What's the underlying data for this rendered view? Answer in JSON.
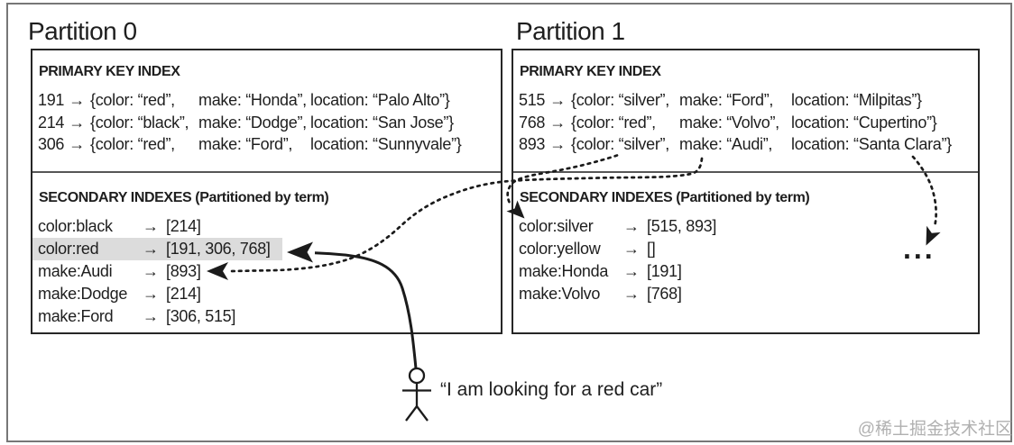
{
  "partitions": [
    {
      "title": "Partition 0",
      "primary": {
        "header": "PRIMARY KEY INDEX",
        "rows": [
          {
            "id": "191",
            "arrow": "→",
            "color": "{color: “red”,",
            "make": "make: “Honda”,",
            "location": "location: “Palo Alto”}"
          },
          {
            "id": "214",
            "arrow": "→",
            "color": "{color: “black”,",
            "make": "make: “Dodge”,",
            "location": "location: “San Jose”}"
          },
          {
            "id": "306",
            "arrow": "→",
            "color": "{color: “red”,",
            "make": "make: “Ford”,",
            "location": "location: “Sunnyvale”}"
          }
        ]
      },
      "secondary": {
        "header": "SECONDARY INDEXES (Partitioned by term)",
        "rows": [
          {
            "term": "color:black",
            "arrow": "→",
            "ids": "[214]",
            "highlighted": false
          },
          {
            "term": "color:red",
            "arrow": "→",
            "ids": "[191, 306, 768]",
            "highlighted": true
          },
          {
            "term": "make:Audi",
            "arrow": "→",
            "ids": "[893]",
            "highlighted": false
          },
          {
            "term": "make:Dodge",
            "arrow": "→",
            "ids": "[214]",
            "highlighted": false
          },
          {
            "term": "make:Ford",
            "arrow": "→",
            "ids": "[306, 515]",
            "highlighted": false
          }
        ]
      }
    },
    {
      "title": "Partition 1",
      "primary": {
        "header": "PRIMARY KEY INDEX",
        "rows": [
          {
            "id": "515",
            "arrow": "→",
            "color": "{color: “silver”,",
            "make": "make: “Ford”,",
            "location": "location: “Milpitas”}"
          },
          {
            "id": "768",
            "arrow": "→",
            "color": "{color: “red”,",
            "make": "make: “Volvo”,",
            "location": "location: “Cupertino”}"
          },
          {
            "id": "893",
            "arrow": "→",
            "color": "{color: “silver”,",
            "make": "make: “Audi”,",
            "location": "location: “Santa Clara”}"
          }
        ]
      },
      "secondary": {
        "header": "SECONDARY INDEXES (Partitioned by term)",
        "rows": [
          {
            "term": "color:silver",
            "arrow": "→",
            "ids": "[515, 893]",
            "highlighted": false
          },
          {
            "term": "color:yellow",
            "arrow": "→",
            "ids": "[]",
            "highlighted": false
          },
          {
            "term": "make:Honda",
            "arrow": "→",
            "ids": "[191]",
            "highlighted": false
          },
          {
            "term": "make:Volvo",
            "arrow": "→",
            "ids": "[768]",
            "highlighted": false
          }
        ]
      }
    }
  ],
  "query": {
    "speech": "“I am looking for a red car”"
  },
  "ellipsis": "...",
  "watermark": "@稀土掘金技术社区",
  "colors": {
    "highlight": "#dcdcdc",
    "text": "#1e1e1e",
    "box_border": "#262626",
    "divider": "#565656",
    "watermark": "#b0b0b0"
  }
}
